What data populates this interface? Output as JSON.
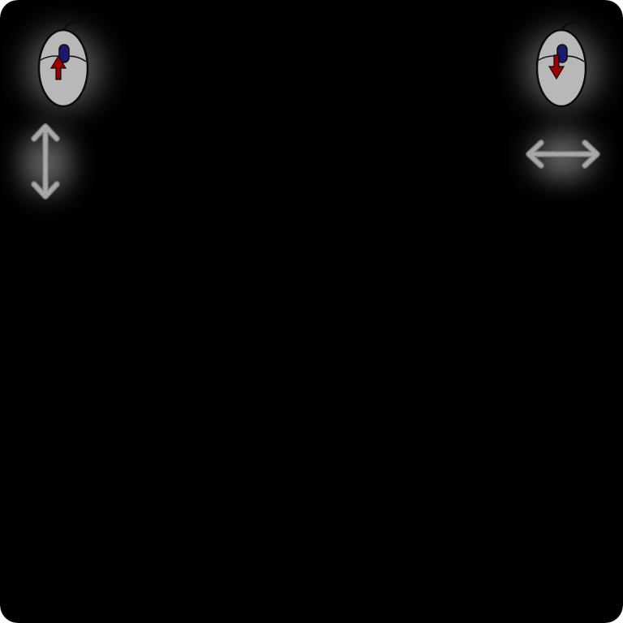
{
  "viewer": {
    "background_color": "#000000",
    "glow_color": "#d8d8d8",
    "controls": [
      {
        "id": "scroll-up-vertical",
        "icon": "mouse-scroll-up-icon",
        "motion_icon": "vertical-double-arrow-icon",
        "wheel_direction": "up",
        "motion_axis": "vertical"
      },
      {
        "id": "scroll-down-horizontal",
        "icon": "mouse-scroll-down-icon",
        "motion_icon": "horizontal-double-arrow-icon",
        "wheel_direction": "down",
        "motion_axis": "horizontal"
      }
    ],
    "colors": {
      "mouse_body": "#b8b8b8",
      "mouse_outline": "#0b0b0b",
      "scroll_wheel": "#1b1b6e",
      "direction_arrow": "#9a0000",
      "motion_arrow": "#a7a7a7"
    }
  }
}
